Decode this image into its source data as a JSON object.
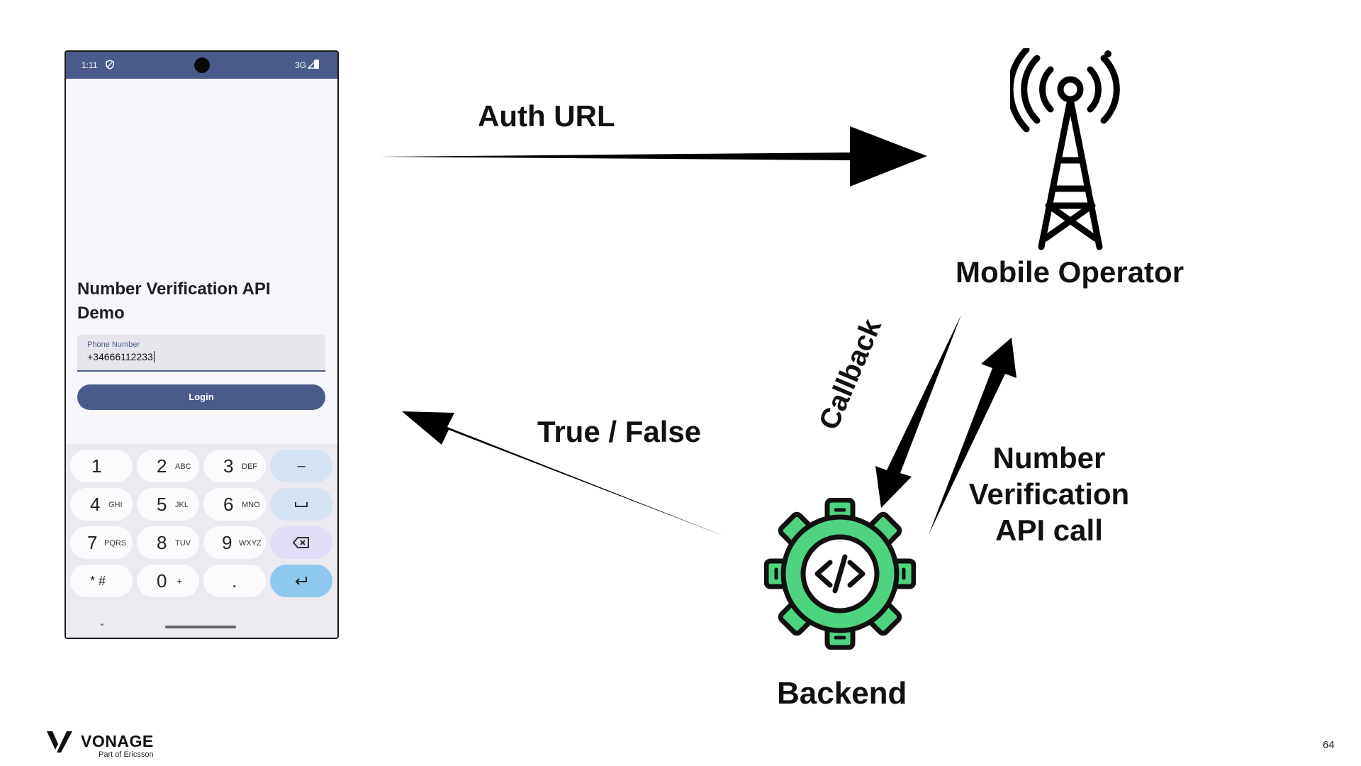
{
  "phone": {
    "status_time": "1:11",
    "status_network": "3G",
    "app_title": "Number Verification API Demo",
    "phone_label": "Phone Number",
    "phone_value": "+34666112233",
    "login_label": "Login",
    "keypad": {
      "keys": [
        {
          "digit": "1",
          "letters": ""
        },
        {
          "digit": "2",
          "letters": "ABC"
        },
        {
          "digit": "3",
          "letters": "DEF"
        },
        {
          "digit": "4",
          "letters": "GHI"
        },
        {
          "digit": "5",
          "letters": "JKL"
        },
        {
          "digit": "6",
          "letters": "MNO"
        },
        {
          "digit": "7",
          "letters": "PQRS"
        },
        {
          "digit": "8",
          "letters": "TUV"
        },
        {
          "digit": "9",
          "letters": "WXYZ"
        },
        {
          "digit": "* #",
          "letters": ""
        },
        {
          "digit": "0",
          "letters": "+"
        },
        {
          "digit": ".",
          "letters": ""
        }
      ],
      "function_keys": [
        "–",
        "space",
        "backspace",
        "enter"
      ]
    }
  },
  "diagram": {
    "auth_url": "Auth URL",
    "true_false": "True / False",
    "mobile_operator": "Mobile Operator",
    "callback": "Callback",
    "number_verification_call": "Number Verification API call",
    "backend": "Backend"
  },
  "brand": {
    "name": "VONAGE",
    "tagline": "Part of Ericsson"
  },
  "page_number": "64",
  "colors": {
    "phone_accent": "#4a5a8a",
    "gear_green": "#4ed47f",
    "arrow": "#000000"
  },
  "icons": [
    "shield-icon",
    "signal-icon",
    "battery-icon",
    "cell-tower-icon",
    "code-gear-icon",
    "vonage-logo-icon"
  ]
}
